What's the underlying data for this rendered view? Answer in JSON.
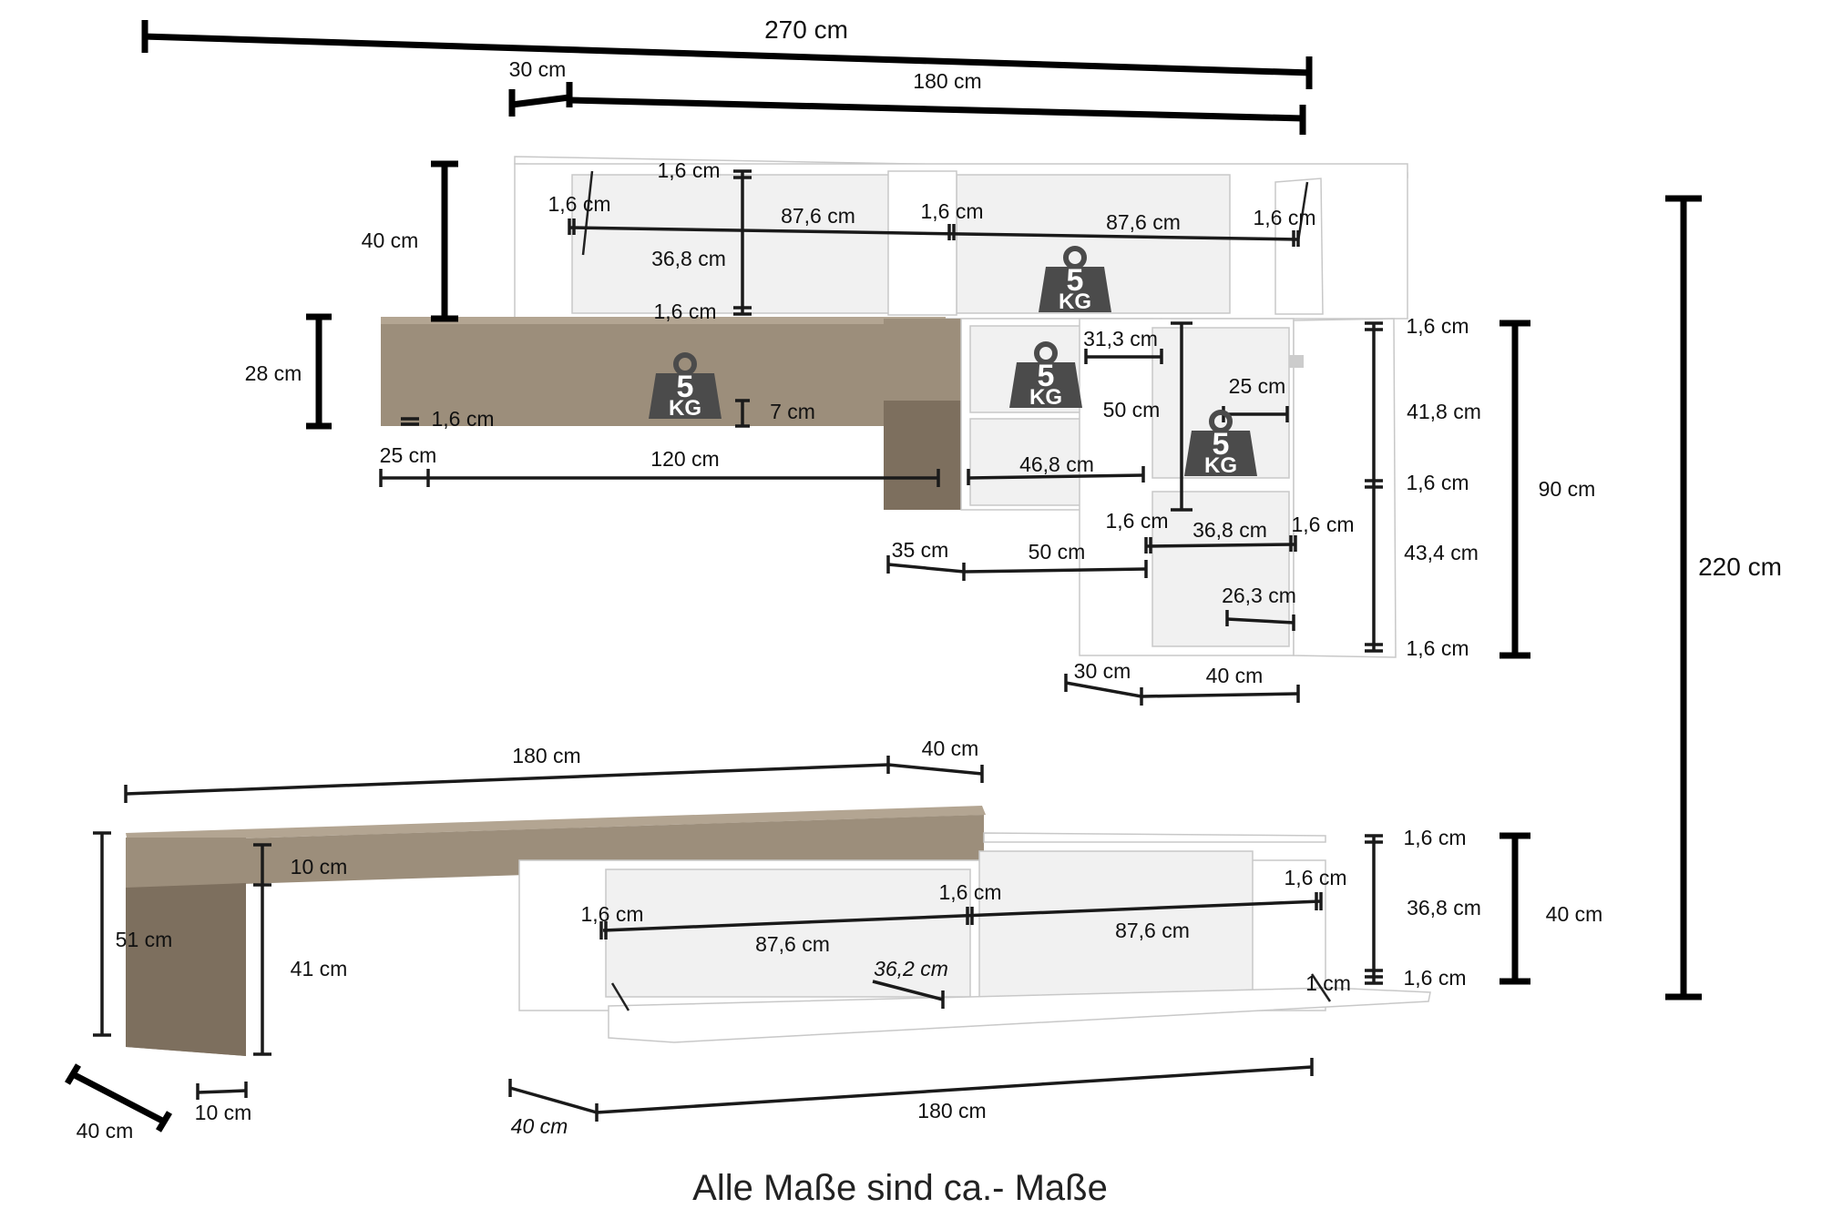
{
  "colors": {
    "wood": "#9c8e7b",
    "white": "#ffffff",
    "weight_badge": "#4b4b4b",
    "dimension_line": "#000000"
  },
  "footer_note": "Alle Maße sind ca.- Maße",
  "weight_badge": {
    "number": "5",
    "unit": "KG"
  },
  "icons": [
    "weight-5kg-icon"
  ],
  "labels": {
    "total_width": "270 cm",
    "total_height": "220 cm",
    "top_offset": "30 cm",
    "top_width": "180 cm",
    "top_height": "40 cm",
    "shelf_height": "28 cm",
    "t_1_6_a": "1,6 cm",
    "t_1_6_b": "1,6 cm",
    "t_1_6_c": "1,6 cm",
    "t_1_6_d": "1,6 cm",
    "t_1_6_e": "1,6 cm",
    "t_87_6_a": "87,6 cm",
    "t_87_6_b": "87,6 cm",
    "t_36_8": "36,8 cm",
    "shelf_1_6": "1,6 cm",
    "shelf_7": "7 cm",
    "shelf_25": "25 cm",
    "shelf_120": "120 cm",
    "c_31_3": "31,3 cm",
    "c_50_h": "50 cm",
    "c_46_8": "46,8 cm",
    "c_35": "35 cm",
    "c_50_w": "50 cm",
    "c_25": "25 cm",
    "v_1_6_top": "1,6 cm",
    "v_41_8": "41,8 cm",
    "v_1_6_mid": "1,6 cm",
    "v_43_4": "43,4 cm",
    "v_1_6_bot": "1,6 cm",
    "v_90": "90 cm",
    "v_1_6_l": "1,6 cm",
    "v_36_8": "36,8 cm",
    "v_1_6_r": "1,6 cm",
    "v_26_3": "26,3 cm",
    "v_30": "30 cm",
    "v_40": "40 cm",
    "l_180": "180 cm",
    "l_40": "40 cm",
    "l_10": "10 cm",
    "l_51": "51 cm",
    "l_41": "41 cm",
    "l_40_depth": "40 cm",
    "l_10_leg": "10 cm",
    "tv_1_6_top": "1,6 cm",
    "tv_36_8": "36,8 cm",
    "tv_1_6_bot": "1,6 cm",
    "tv_1": "1 cm",
    "tv_40": "40 cm",
    "tv_1_6_l": "1,6 cm",
    "tv_1_6_m": "1,6 cm",
    "tv_1_6_r": "1,6 cm",
    "tv_87_6_a": "87,6 cm",
    "tv_87_6_b": "87,6 cm",
    "tv_36_2": "36,2 cm",
    "tv_depth": "40 cm",
    "tv_width": "180 cm"
  }
}
